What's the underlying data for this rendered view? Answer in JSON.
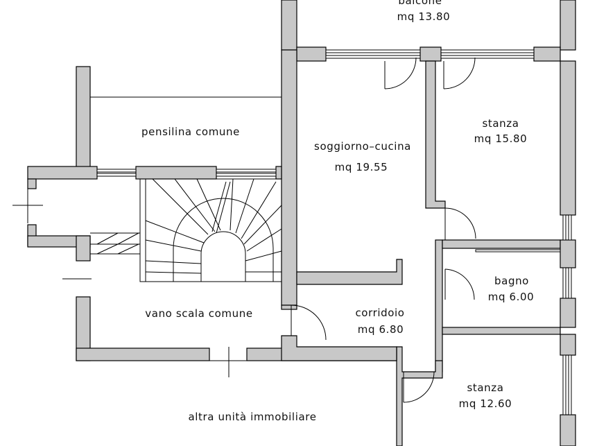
{
  "rooms": {
    "balcone": {
      "name": "balcone",
      "area": "mq  13.80"
    },
    "stanza_1": {
      "name": "stanza",
      "area": "mq  15.80"
    },
    "soggiorno": {
      "name": "soggiorno–cucina",
      "area": "mq  19.55"
    },
    "pensilina": {
      "name": "pensilina  comune"
    },
    "bagno": {
      "name": "bagno",
      "area": "mq  6.00"
    },
    "corridoio": {
      "name": "corridoio",
      "area": "mq  6.80"
    },
    "vano_scala": {
      "name": "vano  scala  comune"
    },
    "stanza_2": {
      "name": "stanza",
      "area": "mq  12.60"
    },
    "altra_unita": {
      "name": "altra  unità  immobiliare"
    }
  },
  "colors": {
    "wall_fill": "#c8c8c8",
    "line": "#000000",
    "background": "#ffffff"
  }
}
